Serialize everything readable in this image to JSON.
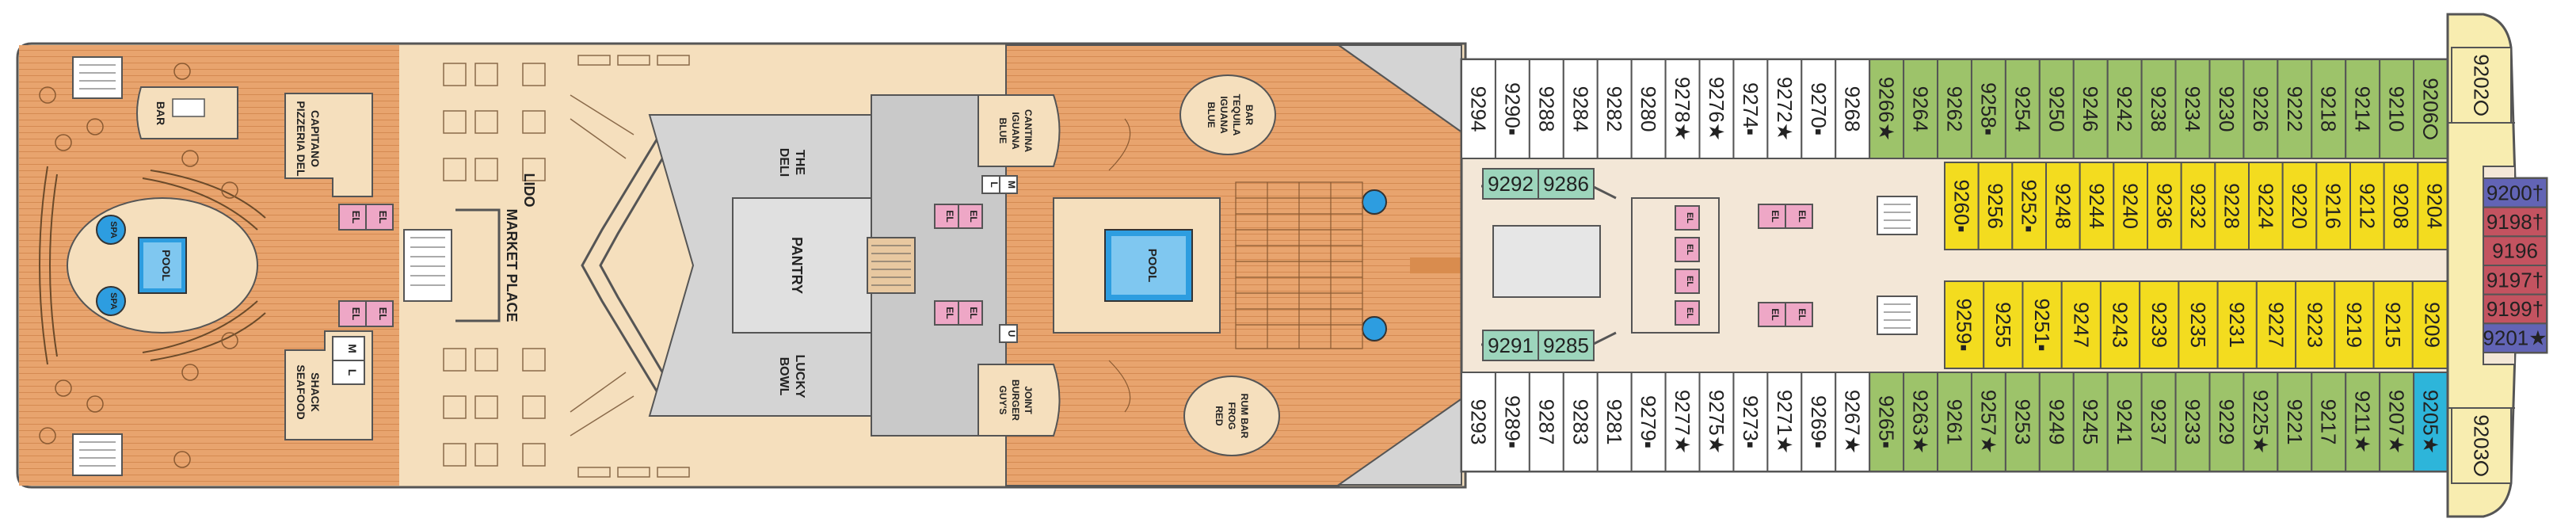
{
  "colors": {
    "wood": "#E8A46E",
    "wood_dark": "#D98C4E",
    "lido_floor": "#F5DFBD",
    "grey_floor": "#D4D4D4",
    "grey_dark": "#C2C2C2",
    "cabin_white": "#FFFFFF",
    "cabin_green": "#9DC36A",
    "cabin_yellow": "#F3DC1F",
    "cabin_teal": "#9DD5BC",
    "cabin_cyan": "#2DB5DA",
    "cabin_purple": "#6264B5",
    "cabin_red": "#C35360",
    "elevator_pink": "#EEA7C6",
    "corridor": "#F3E7D7",
    "bow_yellow": "#F8EDB0",
    "pool_blue": "#2D9DE0",
    "outline": "#555555"
  },
  "labels": {
    "bar": "BAR",
    "pizzeria": [
      "PIZZERIA DEL",
      "CAPITANO"
    ],
    "seafood_shack": [
      "SEAFOOD",
      "SHACK"
    ],
    "spa_top": "SPA",
    "spa_bottom": "SPA",
    "pool_aft": "POOL",
    "pool_mid": "POOL",
    "lido": "LIDO",
    "market_place": "MARKET PLACE",
    "the_deli": [
      "THE",
      "DELI"
    ],
    "pantry": "PANTRY",
    "lucky_bowl": [
      "LUCKY",
      "BOWL"
    ],
    "blue_iguana_cantina": [
      "BLUE",
      "IGUANA",
      "CANTINA"
    ],
    "blue_iguana_tequila_bar": [
      "BLUE",
      "IGUANA",
      "TEQUILA",
      "BAR"
    ],
    "guys_burger_joint": [
      "GUY'S",
      "BURGER",
      "JOINT"
    ],
    "red_frog_rum_bar": [
      "RED",
      "FROG",
      "RUM BAR"
    ],
    "elevator": "EL",
    "restroom_m": "M",
    "restroom_l": "L",
    "restroom_u": "U"
  },
  "cabins": {
    "top_row": [
      {
        "num": "9294",
        "cat": "white"
      },
      {
        "num": "9290▪",
        "cat": "white"
      },
      {
        "num": "9288",
        "cat": "white"
      },
      {
        "num": "9284",
        "cat": "white"
      },
      {
        "num": "9282",
        "cat": "white"
      },
      {
        "num": "9280",
        "cat": "white"
      },
      {
        "num": "9278★",
        "cat": "white"
      },
      {
        "num": "9276★",
        "cat": "white"
      },
      {
        "num": "9274▪",
        "cat": "white"
      },
      {
        "num": "9272★",
        "cat": "white"
      },
      {
        "num": "9270▪",
        "cat": "white"
      },
      {
        "num": "9268",
        "cat": "white"
      },
      {
        "num": "9266★",
        "cat": "green"
      },
      {
        "num": "9264",
        "cat": "green"
      },
      {
        "num": "9262",
        "cat": "green"
      },
      {
        "num": "9258▪",
        "cat": "green"
      },
      {
        "num": "9254",
        "cat": "green"
      },
      {
        "num": "9250",
        "cat": "green"
      },
      {
        "num": "9246",
        "cat": "green"
      },
      {
        "num": "9242",
        "cat": "green"
      },
      {
        "num": "9238",
        "cat": "green"
      },
      {
        "num": "9234",
        "cat": "green"
      },
      {
        "num": "9230",
        "cat": "green"
      },
      {
        "num": "9226",
        "cat": "green"
      },
      {
        "num": "9222",
        "cat": "green"
      },
      {
        "num": "9218",
        "cat": "green"
      },
      {
        "num": "9214",
        "cat": "green"
      },
      {
        "num": "9210",
        "cat": "green"
      },
      {
        "num": "9206⭘",
        "cat": "green"
      }
    ],
    "bottom_row": [
      {
        "num": "9293",
        "cat": "white"
      },
      {
        "num": "9289▪",
        "cat": "white"
      },
      {
        "num": "9287",
        "cat": "white"
      },
      {
        "num": "9283",
        "cat": "white"
      },
      {
        "num": "9281",
        "cat": "white"
      },
      {
        "num": "9279▪",
        "cat": "white"
      },
      {
        "num": "9277★",
        "cat": "white"
      },
      {
        "num": "9275★",
        "cat": "white"
      },
      {
        "num": "9273▪",
        "cat": "white"
      },
      {
        "num": "9271★",
        "cat": "white"
      },
      {
        "num": "9269▪",
        "cat": "white"
      },
      {
        "num": "9267★",
        "cat": "white"
      },
      {
        "num": "9265▪",
        "cat": "green"
      },
      {
        "num": "9263★",
        "cat": "green"
      },
      {
        "num": "9261",
        "cat": "green"
      },
      {
        "num": "9257★",
        "cat": "green"
      },
      {
        "num": "9253",
        "cat": "green"
      },
      {
        "num": "9249",
        "cat": "green"
      },
      {
        "num": "9245",
        "cat": "green"
      },
      {
        "num": "9241",
        "cat": "green"
      },
      {
        "num": "9237",
        "cat": "green"
      },
      {
        "num": "9233",
        "cat": "green"
      },
      {
        "num": "9229",
        "cat": "green"
      },
      {
        "num": "9225★",
        "cat": "green"
      },
      {
        "num": "9221",
        "cat": "green"
      },
      {
        "num": "9217",
        "cat": "green"
      },
      {
        "num": "9211★",
        "cat": "green"
      },
      {
        "num": "9207★",
        "cat": "green"
      },
      {
        "num": "9205★",
        "cat": "cyan"
      }
    ],
    "inner_top": [
      {
        "num": "9260▪",
        "cat": "yellow"
      },
      {
        "num": "9256",
        "cat": "yellow"
      },
      {
        "num": "9252▪",
        "cat": "yellow"
      },
      {
        "num": "9248",
        "cat": "yellow"
      },
      {
        "num": "9244",
        "cat": "yellow"
      },
      {
        "num": "9240",
        "cat": "yellow"
      },
      {
        "num": "9236",
        "cat": "yellow"
      },
      {
        "num": "9232",
        "cat": "yellow"
      },
      {
        "num": "9228",
        "cat": "yellow"
      },
      {
        "num": "9224",
        "cat": "yellow"
      },
      {
        "num": "9220",
        "cat": "yellow"
      },
      {
        "num": "9216",
        "cat": "yellow"
      },
      {
        "num": "9212",
        "cat": "yellow"
      },
      {
        "num": "9208",
        "cat": "yellow"
      },
      {
        "num": "9204",
        "cat": "yellow"
      }
    ],
    "inner_bottom": [
      {
        "num": "9259▪",
        "cat": "yellow"
      },
      {
        "num": "9255",
        "cat": "yellow"
      },
      {
        "num": "9251▪",
        "cat": "yellow"
      },
      {
        "num": "9247",
        "cat": "yellow"
      },
      {
        "num": "9243",
        "cat": "yellow"
      },
      {
        "num": "9239",
        "cat": "yellow"
      },
      {
        "num": "9235",
        "cat": "yellow"
      },
      {
        "num": "9231",
        "cat": "yellow"
      },
      {
        "num": "9227",
        "cat": "yellow"
      },
      {
        "num": "9223",
        "cat": "yellow"
      },
      {
        "num": "9219",
        "cat": "yellow"
      },
      {
        "num": "9215",
        "cat": "yellow"
      },
      {
        "num": "9209",
        "cat": "yellow"
      }
    ],
    "mid_top": [
      {
        "num": "9292",
        "cat": "teal"
      },
      {
        "num": "9286",
        "cat": "teal"
      }
    ],
    "mid_bottom": [
      {
        "num": "9291",
        "cat": "teal"
      },
      {
        "num": "9285",
        "cat": "teal"
      }
    ],
    "bow_top": {
      "num": "9202⭘",
      "cat": "bow"
    },
    "bow_bottom": {
      "num": "9203⭘",
      "cat": "bow"
    },
    "bow_column": [
      {
        "num": "9200†",
        "cat": "purple"
      },
      {
        "num": "9198†",
        "cat": "red"
      },
      {
        "num": "9196",
        "cat": "red"
      },
      {
        "num": "9197†",
        "cat": "red"
      },
      {
        "num": "9199†",
        "cat": "red"
      },
      {
        "num": "9201★",
        "cat": "purple"
      }
    ]
  }
}
